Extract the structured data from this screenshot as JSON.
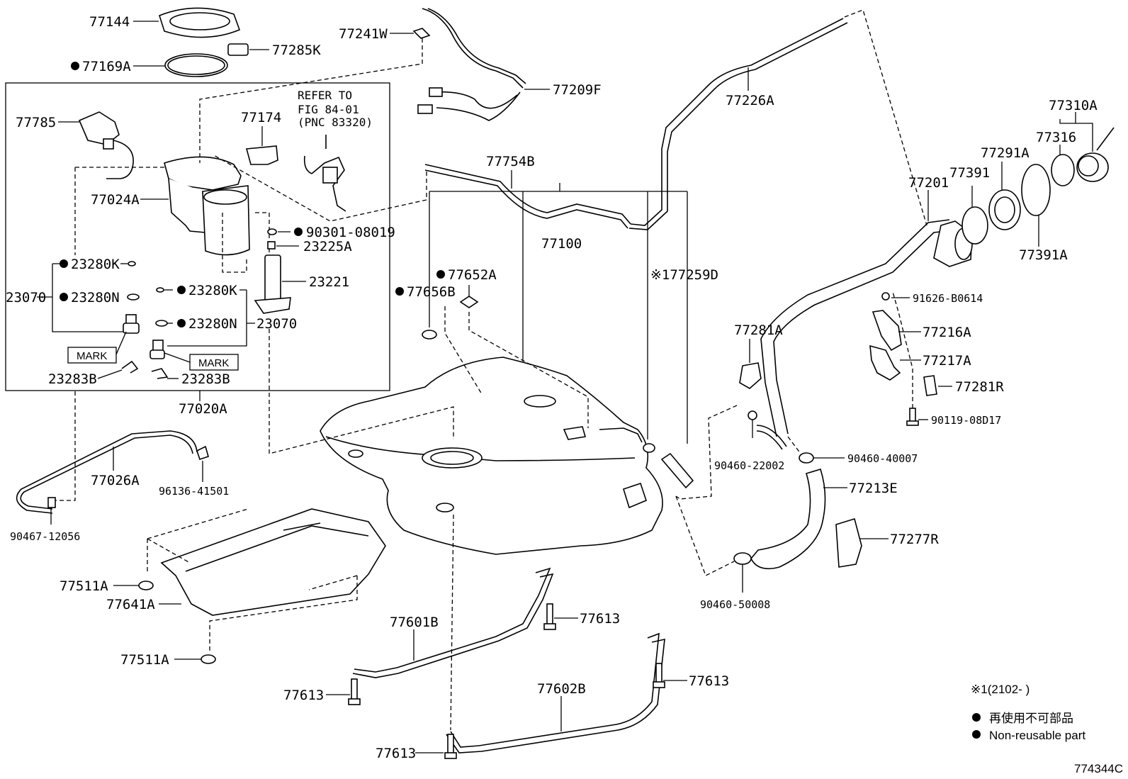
{
  "labels": {
    "l77144": "77144",
    "l77169A": "77169A",
    "l77285K": "77285K",
    "l77241W": "77241W",
    "l77209F": "77209F",
    "l77226A": "77226A",
    "l77785": "77785",
    "l77174": "77174",
    "ref1": "REFER TO",
    "ref2": "FIG 84-01",
    "ref3": "(PNC 83320)",
    "l77024A": "77024A",
    "l90301": "90301-08019",
    "l23225A": "23225A",
    "l23280K_a": "23280K",
    "l23070_a": "23070",
    "l23280N_a": "23280N",
    "l23280K_b": "23280K",
    "l23221": "23221",
    "l23280N_b": "23280N",
    "l23070_b": "23070",
    "mark_a": "MARK",
    "mark_b": "MARK",
    "l23283B_a": "23283B",
    "l23283B_b": "23283B",
    "l77020A": "77020A",
    "l77754B": "77754B",
    "l77100": "77100",
    "l77652A": "77652A",
    "l77656B": "77656B",
    "l77259D": "※177259D",
    "l77310A": "77310A",
    "l77316": "77316",
    "l77291A": "77291A",
    "l77201": "77201",
    "l77391": "77391",
    "l77391A": "77391A",
    "l91626": "91626-B0614",
    "l77216A": "77216A",
    "l77281A": "77281A",
    "l77217A": "77217A",
    "l77281R": "77281R",
    "l90119": "90119-08D17",
    "l90460_40007": "90460-40007",
    "l90460_22002": "90460-22002",
    "l77213E": "77213E",
    "l77277R": "77277R",
    "l90460_50008": "90460-50008",
    "l77026A": "77026A",
    "l96136": "96136-41501",
    "l90467": "90467-12056",
    "l77511A_a": "77511A",
    "l77641A": "77641A",
    "l77511A_b": "77511A",
    "l77601B": "77601B",
    "l77613_a": "77613",
    "l77613_b": "77613",
    "l77613_c": "77613",
    "l77613_d": "77613",
    "l77602B": "77602B",
    "footnote": "※1(2102-      )",
    "legend_jp": "再使用不可部品",
    "legend_en": "Non-reusable part",
    "fig_id": "774344C"
  }
}
